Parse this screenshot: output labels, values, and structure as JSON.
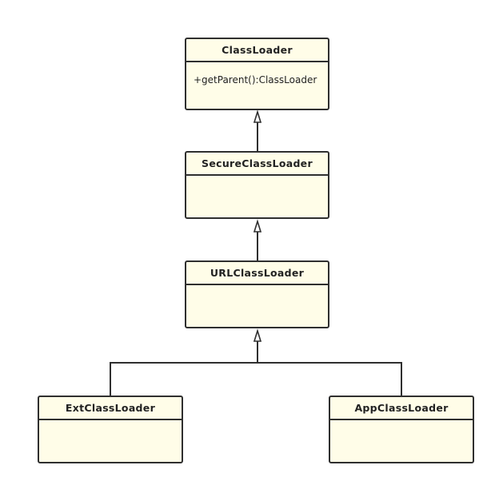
{
  "diagram": {
    "classes": {
      "classloader": {
        "name": "ClassLoader",
        "members": [
          "+getParent():ClassLoader"
        ]
      },
      "secureclassloader": {
        "name": "SecureClassLoader",
        "members": []
      },
      "urlclassloader": {
        "name": "URLClassLoader",
        "members": []
      },
      "extclassloader": {
        "name": "ExtClassLoader",
        "members": []
      },
      "appclassloader": {
        "name": "AppClassLoader",
        "members": []
      }
    },
    "relations": [
      {
        "type": "inheritance",
        "from": "SecureClassLoader",
        "to": "ClassLoader"
      },
      {
        "type": "inheritance",
        "from": "URLClassLoader",
        "to": "SecureClassLoader"
      },
      {
        "type": "inheritance",
        "from": "ExtClassLoader",
        "to": "URLClassLoader"
      },
      {
        "type": "inheritance",
        "from": "AppClassLoader",
        "to": "URLClassLoader"
      }
    ]
  }
}
